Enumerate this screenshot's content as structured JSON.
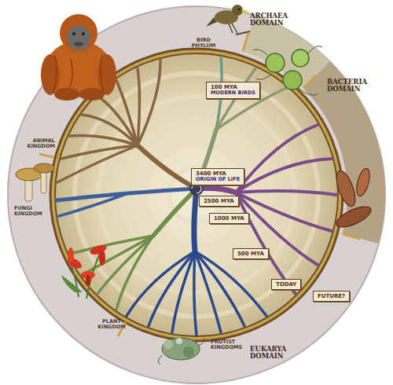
{
  "diagram": {
    "nodes": [
      {
        "text": [
          "100 MYA",
          "MODERN BIRDS"
        ]
      },
      {
        "text": [
          "3400 MYA",
          "ORIGIN OF LIFE"
        ]
      },
      {
        "text": [
          "2500 MYA"
        ]
      },
      {
        "text": [
          "1000 MYA"
        ]
      },
      {
        "text": [
          "500 MYA"
        ]
      },
      {
        "text": [
          "TODAY"
        ]
      },
      {
        "text": [
          "FUTURE?"
        ]
      }
    ],
    "labels": [
      "ARCHAEA DOMAIN",
      "BIRD PHYLUM",
      "BACTERIA DOMAIN",
      "ANIMAL KINGDOM",
      "FUNGI KINGDOM",
      "PLANT KINGDOM",
      "PROTIST KINGDOMS",
      "EUKARYA DOMAIN"
    ]
  }
}
